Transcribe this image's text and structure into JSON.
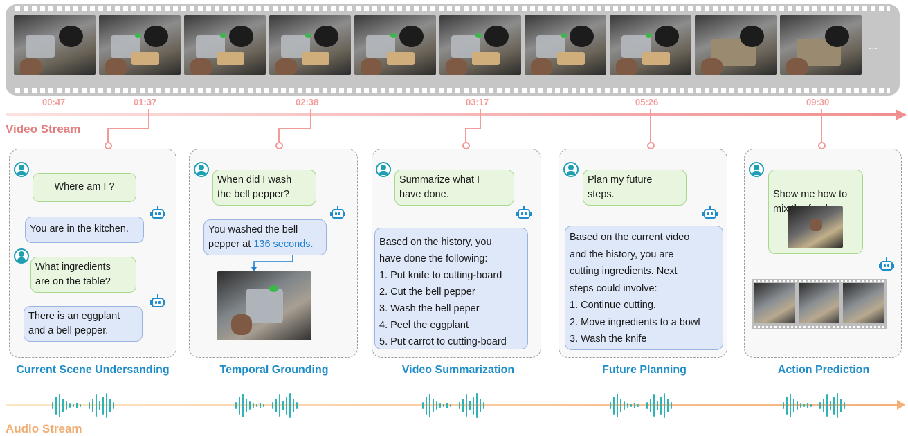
{
  "video_stream_label": "Video Stream",
  "audio_stream_label": "Audio Stream",
  "film_more": "...",
  "timestamps": [
    "00:47",
    "01:37",
    "02:38",
    "03:17",
    "05:26",
    "09:30"
  ],
  "colors": {
    "video": "#f29b9b",
    "audio": "#f5b07a",
    "accent": "#1f8dc9",
    "question_bg": "#e9f6df",
    "answer_bg": "#dfe8f8"
  },
  "icons": {
    "user": "user-avatar-icon",
    "assistant": "robot-icon"
  },
  "panels": [
    {
      "title": "Current Scene Undersanding",
      "q1": "Where am I ?",
      "a1": "You are in the kitchen.",
      "q2": "What ingredients\nare on the table?",
      "a2": "There is an eggplant\nand a bell pepper."
    },
    {
      "title": "Temporal Grounding",
      "q1": "When did I wash\nthe bell pepper?",
      "a1_pre": "You washed the bell\npepper at ",
      "a1_highlight": "136 seconds."
    },
    {
      "title": "Video Summarization",
      "q1": "Summarize what I\nhave done.",
      "a1": "Based on the history, you\nhave done the following:\n1. Put knife to cutting-board\n2. Cut the bell pepper\n3. Wash the bell peper\n4. Peel the eggplant\n5. Put carrot to cutting-board"
    },
    {
      "title": "Future Planning",
      "q1": "Plan my future\nsteps.",
      "a1": "Based on the current video\nand the history, you are\ncutting ingredients. Next\nsteps could involve:\n1. Continue cutting.\n2. Move ingredients to a bowl\n3. Wash the knife"
    },
    {
      "title": "Action Prediction",
      "q1": "Show me how to\nmix the food."
    }
  ]
}
